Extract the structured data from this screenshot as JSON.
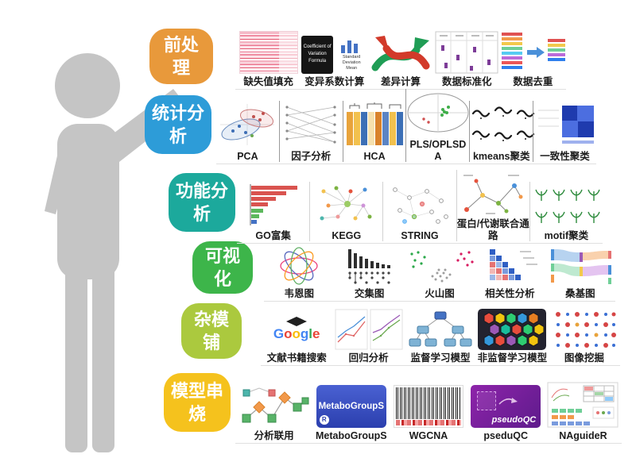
{
  "categories": [
    {
      "label": "前处理",
      "color": "#E8993B",
      "items": [
        {
          "label": "缺失值填充"
        },
        {
          "label": "变异系数计算",
          "texts": {
            "line1": "Coefficient of",
            "line2": "Variation Formula",
            "sub1": "Standard Deviation",
            "sub2": "Mean"
          }
        },
        {
          "label": "差异计算"
        },
        {
          "label": "数据标准化"
        },
        {
          "label": "数据去重"
        }
      ]
    },
    {
      "label": "统计分析",
      "color": "#2D9CD8",
      "items": [
        {
          "label": "PCA"
        },
        {
          "label": "因子分析"
        },
        {
          "label": "HCA"
        },
        {
          "label": "PLS/OPLSDA"
        },
        {
          "label": "kmeans聚类"
        },
        {
          "label": "一致性聚类"
        }
      ]
    },
    {
      "label": "功能分析",
      "color": "#1CA99C",
      "items": [
        {
          "label": "GO富集"
        },
        {
          "label": "KEGG"
        },
        {
          "label": "STRING"
        },
        {
          "label": "蛋白/代谢联合通路"
        },
        {
          "label": "motif聚类"
        }
      ]
    },
    {
      "label": "可视化",
      "color": "#3DB54A",
      "items": [
        {
          "label": "韦恩图"
        },
        {
          "label": "交集图"
        },
        {
          "label": "火山图"
        },
        {
          "label": "相关性分析"
        },
        {
          "label": "桑基图"
        }
      ]
    },
    {
      "label": "杂模铺",
      "color": "#ABC93E",
      "items": [
        {
          "label": "文献书籍搜索",
          "texts": {
            "letters": [
              "G",
              "o",
              "o",
              "g",
              "l",
              "e"
            ]
          }
        },
        {
          "label": "回归分析"
        },
        {
          "label": "监督学习模型"
        },
        {
          "label": "非监督学习模型"
        },
        {
          "label": "图像挖掘"
        }
      ]
    },
    {
      "label": "模型串烧",
      "color": "#F5C21D",
      "items": [
        {
          "label": "分析联用"
        },
        {
          "label": "MetaboGroupS",
          "texts": {
            "box": "MetaboGroupS",
            "badge": "R"
          }
        },
        {
          "label": "WGCNA"
        },
        {
          "label": "pseduQC",
          "texts": {
            "box": "pseudoQC"
          }
        },
        {
          "label": "NAguideR"
        }
      ]
    }
  ]
}
